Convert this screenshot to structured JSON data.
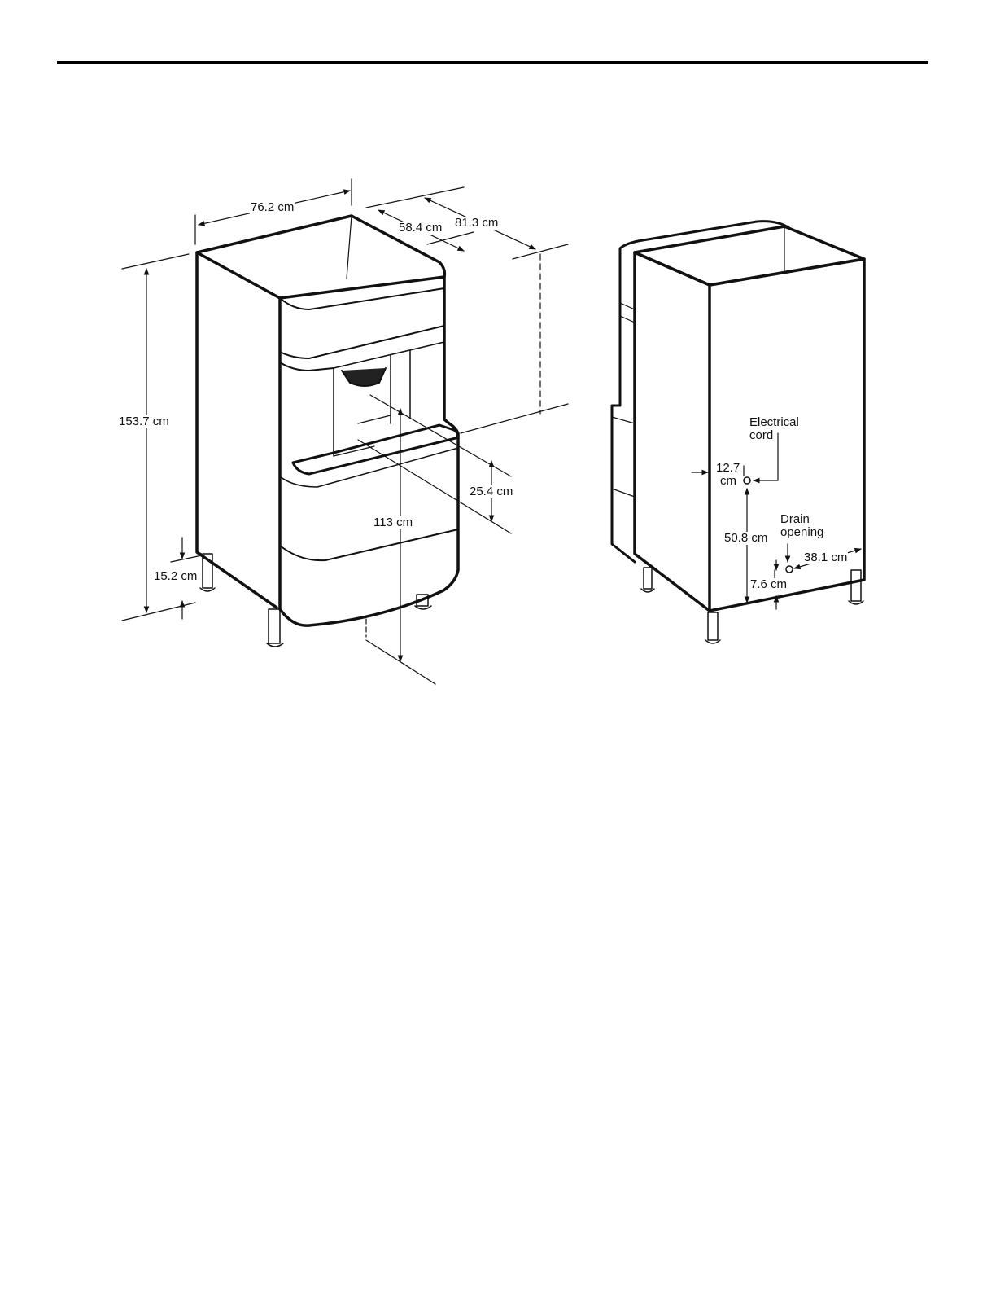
{
  "page": {
    "background": "#ffffff",
    "rule_color": "#000000"
  },
  "diagram": {
    "front_view": {
      "dimensions": {
        "width": "76.2 cm",
        "depth_inner": "58.4 cm",
        "depth_overall": "81.3 cm",
        "height_overall": "153.7 cm",
        "leg_height": "15.2 cm",
        "dispense_height": "113 cm",
        "dispense_clearance": "25.4 cm"
      }
    },
    "rear_view": {
      "labels": {
        "electrical_line1": "Electrical",
        "electrical_line2": "cord",
        "cord_offset_line1": "12.7",
        "cord_offset_line2": "cm",
        "cord_height": "50.8 cm",
        "drain_line1": "Drain",
        "drain_line2": "opening",
        "drain_offset_side": "38.1 cm",
        "drain_offset_bottom": "7.6 cm"
      }
    }
  }
}
